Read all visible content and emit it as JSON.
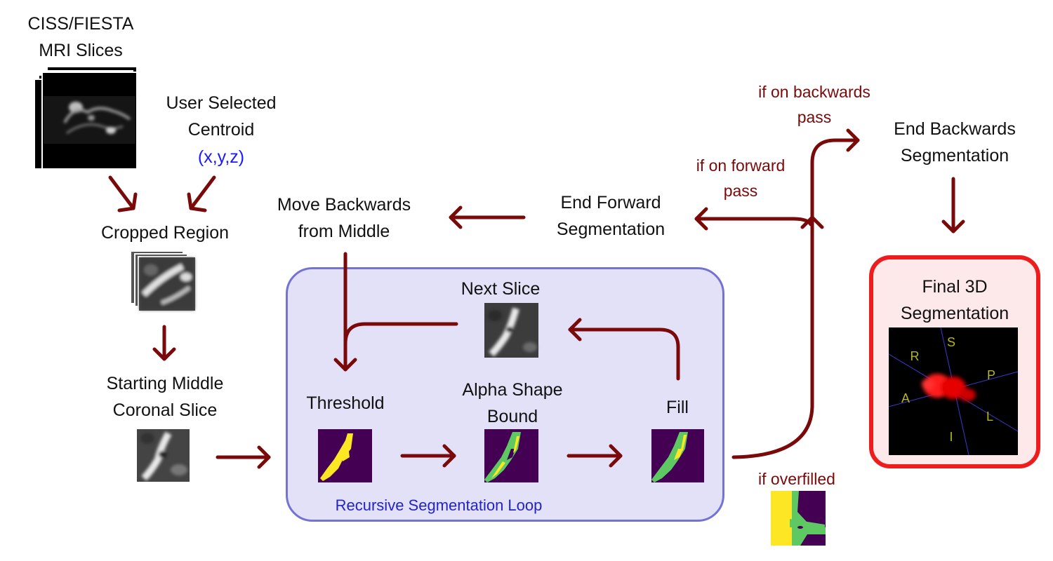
{
  "labels": {
    "mri_slices": "CISS/FIESTA\nMRI Slices",
    "user_centroid": "User Selected\nCentroid",
    "centroid_coords": "(x,y,z)",
    "cropped_region": "Cropped Region",
    "starting_slice": "Starting Middle\nCoronal Slice",
    "move_backwards": "Move Backwards\nfrom Middle",
    "end_forward": "End Forward\nSegmentation",
    "end_backwards": "End Backwards\nSegmentation",
    "final_3d": "Final 3D\nSegmentation",
    "next_slice": "Next Slice",
    "threshold": "Threshold",
    "alpha_shape": "Alpha Shape\nBound",
    "fill": "Fill",
    "loop_title": "Recursive Segmentation Loop",
    "if_backwards": "if on backwards\npass",
    "if_forward": "if on forward\npass",
    "if_overfilled": "if overfilled"
  },
  "orientation": {
    "R": "R",
    "S": "S",
    "P": "P",
    "A": "A",
    "L": "L",
    "I": "I"
  },
  "colors": {
    "arrow": "#7a0a0a",
    "loop_fill": "#e2e1f7",
    "loop_border": "#7472d3",
    "final_border": "#ee1c1c",
    "seg_bg": "#440154",
    "seg_yellow": "#fde725",
    "seg_green": "#5ec962"
  }
}
